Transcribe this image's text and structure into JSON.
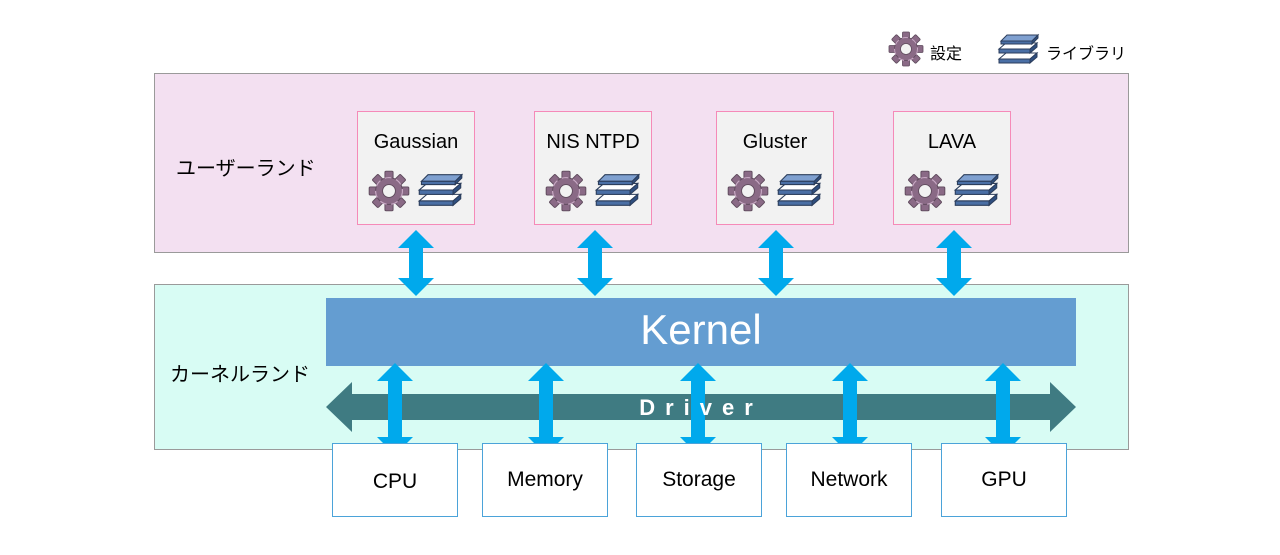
{
  "legend": {
    "settings_label": "設定",
    "library_label": "ライブラリ"
  },
  "userland": {
    "label": "ユーザーランド",
    "apps": [
      {
        "name": "Gaussian"
      },
      {
        "name": "NIS NTPD"
      },
      {
        "name": "Gluster"
      },
      {
        "name": "LAVA"
      }
    ]
  },
  "kernelland": {
    "label": "カーネルランド",
    "kernel_label": "Kernel",
    "driver_label": "Driver"
  },
  "hardware": [
    {
      "name": "CPU"
    },
    {
      "name": "Memory"
    },
    {
      "name": "Storage"
    },
    {
      "name": "Network"
    },
    {
      "name": "GPU"
    }
  ],
  "colors": {
    "userland_bg": "#f3e0f1",
    "kernelland_bg": "#d8fcf4",
    "kernel_bar": "#649dd1",
    "driver_arrow": "#3f7b82",
    "connector_arrow": "#00a9ec"
  }
}
